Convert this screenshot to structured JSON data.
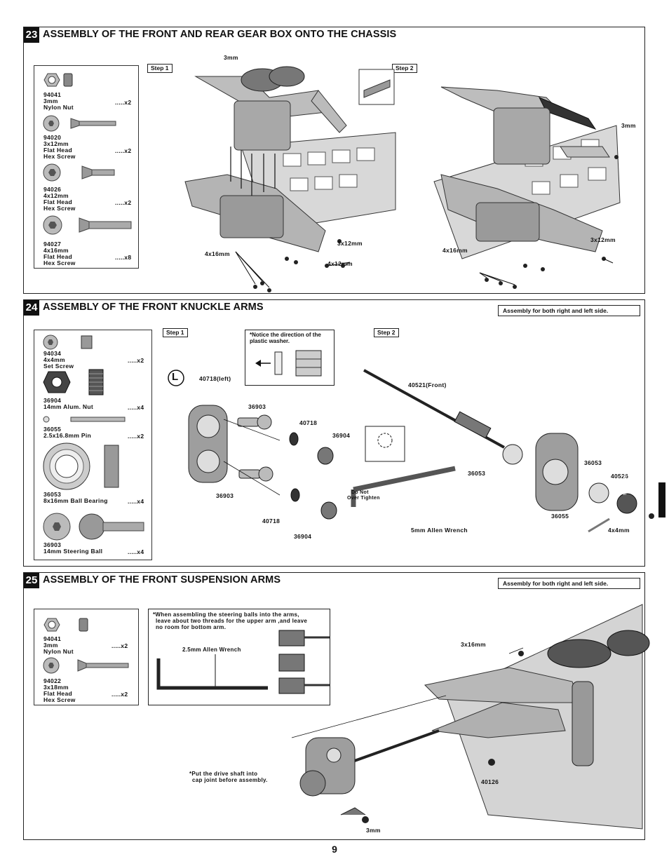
{
  "page_number": "9",
  "s23": {
    "number": "23",
    "title": "ASSEMBLY OF THE FRONT AND REAR GEAR BOX ONTO THE CHASSIS",
    "parts": [
      {
        "code": "94041",
        "desc1": "3mm",
        "desc2": "Nylon Nut",
        "desc3": "",
        "qty": ".....x2"
      },
      {
        "code": "94020",
        "desc1": "3x12mm",
        "desc2": "Flat  Head",
        "desc3": "Hex Screw",
        "qty": ".....x2"
      },
      {
        "code": "94026",
        "desc1": "4x12mm",
        "desc2": "Flat Head",
        "desc3": "Hex Screw",
        "qty": ".....x2"
      },
      {
        "code": "94027",
        "desc1": "4x16mm",
        "desc2": "Flat  Head",
        "desc3": "Hex Screw",
        "qty": ".....x8"
      }
    ],
    "step1": "Step 1",
    "step2": "Step 2",
    "labels": {
      "a": "3mm",
      "b": "3x12mm",
      "c": "4x16mm",
      "d": "4x12mm",
      "e": "3mm",
      "f": "3x12mm",
      "g": "4x16mm"
    }
  },
  "s24": {
    "number": "24",
    "title": "ASSEMBLY OF THE FRONT KNUCKLE ARMS",
    "note": "Assembly for both right and left side.",
    "parts": [
      {
        "code": "94034",
        "desc1": "4x4mm",
        "desc2": "Set Screw",
        "qty": ".....x2"
      },
      {
        "code": "36904",
        "desc1": "14mm Alum. Nut",
        "desc2": "",
        "qty": ".....x4"
      },
      {
        "code": "36055",
        "desc1": "2.5x16.8mm Pin",
        "desc2": "",
        "qty": ".....x2"
      },
      {
        "code": "36053",
        "desc1": "8x16mm Ball Bearing",
        "desc2": "",
        "qty": ".....x4"
      },
      {
        "code": "36903",
        "desc1": "14mm Steering Ball",
        "desc2": "",
        "qty": ".....x4"
      }
    ],
    "step1": "Step 1",
    "step2": "Step 2",
    "washer_note": "*Notice the direction of the plastic washer.",
    "left_marker": "L",
    "labels": {
      "knuckle": "40718(left)",
      "ball1": "36903",
      "washer1": "40718",
      "nut1": "36904",
      "ball2": "36903",
      "washer2": "40718",
      "nut2": "36904",
      "wrench": "5mm Allen Wrench",
      "shaft": "40521(Front)",
      "bearing1": "36053",
      "bearing2": "36053",
      "hub": "40526",
      "pin": "36055",
      "setscrew": "4x4mm",
      "donot": "Do Not",
      "overtighten": "Over Tighten",
      "screwcement": "Screw Cement"
    }
  },
  "s25": {
    "number": "25",
    "title": "ASSEMBLY OF THE FRONT SUSPENSION ARMS",
    "note": "Assembly for both right and left side.",
    "parts": [
      {
        "code": "94041",
        "desc1": "3mm",
        "desc2": "Nylon Nut",
        "desc3": "",
        "qty": ".....x2"
      },
      {
        "code": "94022",
        "desc1": "3x18mm",
        "desc2": "Flat  Head",
        "desc3": "Hex Screw",
        "qty": ".....x2"
      }
    ],
    "ball_note_1": "*When assembling the steering balls into the arms,",
    "ball_note_2": "leave about two threads for the upper arm ,and leave",
    "ball_note_3": "no room for bottom arm.",
    "wrench": "2.5mm Allen Wrench",
    "labels": {
      "screw": "3x16mm",
      "part": "40126",
      "nut": "3mm"
    },
    "shaft_note_1": "*Put the drive shaft into",
    "shaft_note_2": "cap joint before assembly."
  }
}
